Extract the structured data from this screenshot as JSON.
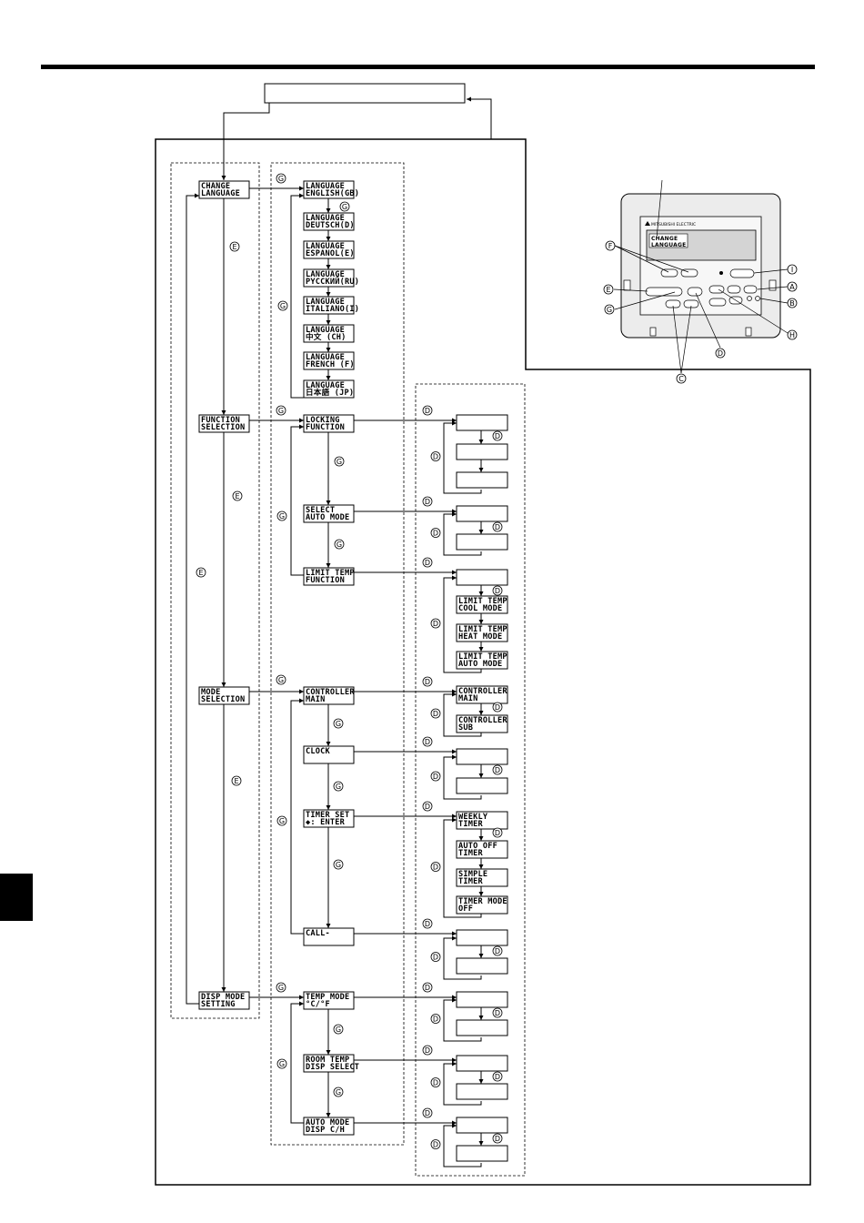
{
  "colors": {
    "ink": "#000000",
    "paper": "#ffffff",
    "lcd": "#cfcfcf",
    "remote_body": "#e6e6e6"
  },
  "remote": {
    "brand": "MITSUBISHI ELECTRIC",
    "lcd_line1": "CHANGE",
    "lcd_line2": "LANGUAGE",
    "callouts": [
      "F",
      "I",
      "E",
      "A",
      "G",
      "B",
      "C",
      "D",
      "H"
    ]
  },
  "button_labels": {
    "E": "E",
    "G": "G",
    "D": "D"
  },
  "menus": [
    {
      "line1": "CHANGE",
      "line2": "LANGUAGE"
    },
    {
      "line1": "FUNCTION",
      "line2": "SELECTION"
    },
    {
      "line1": "MODE",
      "line2": "SELECTION"
    },
    {
      "line1": "DISP MODE",
      "line2": "SETTING"
    }
  ],
  "languages": [
    {
      "line1": "LANGUAGE",
      "line2": "ENGLISH(GB)"
    },
    {
      "line1": "LANGUAGE",
      "line2": "DEUTSCH(D)"
    },
    {
      "line1": "LANGUAGE",
      "line2": "ESPANOL(E)"
    },
    {
      "line1": "LANGUAGE",
      "line2": "PYCCKИЙ(RU)"
    },
    {
      "line1": "LANGUAGE",
      "line2": "ITALIANO(I)"
    },
    {
      "line1": "LANGUAGE",
      "line2": "中文 (CH)"
    },
    {
      "line1": "LANGUAGE",
      "line2": "FRENCH (F)"
    },
    {
      "line1": "LANGUAGE",
      "line2": "日本語 (JP)"
    }
  ],
  "functions": [
    {
      "line1": "LOCKING",
      "line2": "FUNCTION"
    },
    {
      "line1": "SELECT",
      "line2": "AUTO MODE"
    },
    {
      "line1": "LIMIT TEMP",
      "line2": "FUNCTION"
    }
  ],
  "modes": [
    {
      "line1": "CONTROLLER",
      "line2": "MAIN"
    },
    {
      "line1": "CLOCK",
      "line2": ""
    },
    {
      "line1": "TIMER SET",
      "line2": "◆: ENTER"
    },
    {
      "line1": "CALL-",
      "line2": ""
    }
  ],
  "disps": [
    {
      "line1": "TEMP MODE",
      "line2": "°C/°F"
    },
    {
      "line1": "ROOM TEMP",
      "line2": "DISP SELECT"
    },
    {
      "line1": "AUTO MODE",
      "line2": "DISP C/H"
    }
  ],
  "options": {
    "limit": [
      {
        "line1": "LIMIT TEMP",
        "line2": "COOL MODE"
      },
      {
        "line1": "LIMIT TEMP",
        "line2": "HEAT MODE"
      },
      {
        "line1": "LIMIT TEMP",
        "line2": "AUTO MODE"
      }
    ],
    "controller": [
      {
        "line1": "CONTROLLER",
        "line2": "MAIN"
      },
      {
        "line1": "CONTROLLER",
        "line2": "SUB"
      }
    ],
    "timer": [
      {
        "line1": "WEEKLY",
        "line2": "TIMER"
      },
      {
        "line1": "AUTO OFF",
        "line2": "TIMER"
      },
      {
        "line1": "SIMPLE",
        "line2": "TIMER"
      },
      {
        "line1": "TIMER MODE",
        "line2": "OFF"
      }
    ]
  }
}
